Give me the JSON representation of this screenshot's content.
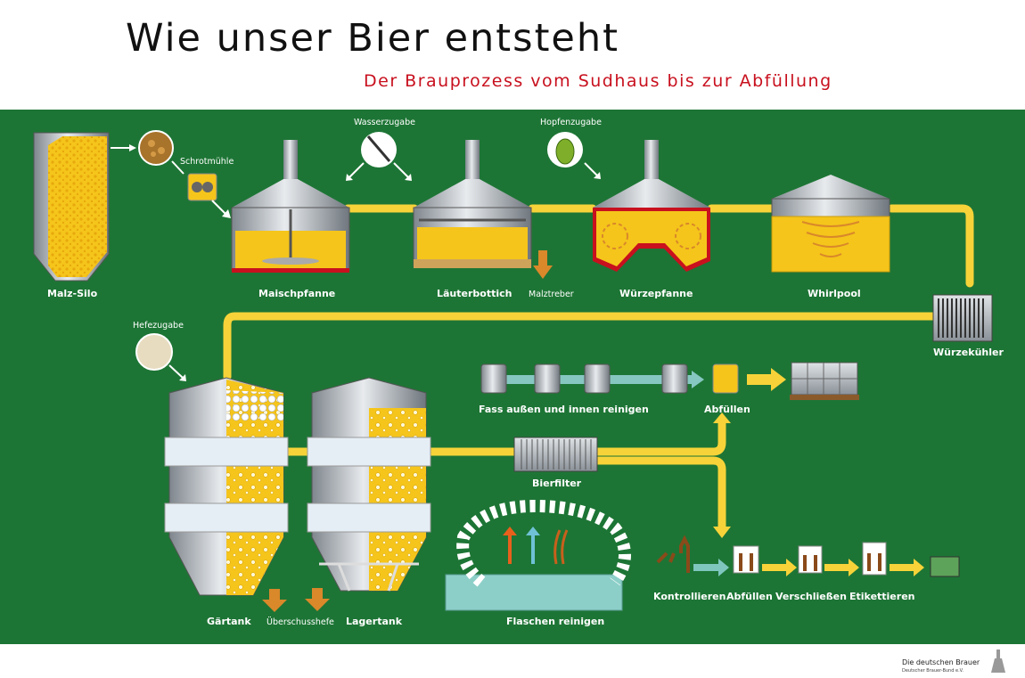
{
  "title": "Wie unser Bier entsteht",
  "subtitle": "Der Brauprozess vom Sudhaus bis zur Abfüllung",
  "colors": {
    "background": "#1d7535",
    "pipe": "#f7d339",
    "beer": "#f5c51b",
    "steel": "#b9bec4",
    "title": "#111111",
    "subtitle": "#c8101e",
    "foam": "#ffffff"
  },
  "stations": {
    "malz_silo": "Malz-Silo",
    "schrotmuehle": "Schrotmühle",
    "maischpfanne": "Maischpfanne",
    "wasserzugabe": "Wasserzugabe",
    "laeuterbottich": "Läuterbottich",
    "malztreber": "Malztreber",
    "hopfenzugabe": "Hopfenzugabe",
    "wuerzepfanne": "Würzepfanne",
    "whirlpool": "Whirlpool",
    "wuerzekuehler": "Würzekühler",
    "hefezugabe": "Hefezugabe",
    "gaertank": "Gärtank",
    "ueberschusshefe": "Überschusshefe",
    "lagertank": "Lagertank",
    "bierfilter": "Bierfilter",
    "fass_reinigen": "Fass außen und innen reinigen",
    "fass_abfuellen": "Abfüllen",
    "flaschen_reinigen": "Flaschen reinigen",
    "kontrollieren": "Kontrollieren",
    "flaschen_abfuellen": "Abfüllen",
    "verschliessen": "Verschließen",
    "etikettieren": "Etikettieren"
  },
  "footer": {
    "brand": "Die deutschen Brauer",
    "org": "Deutscher Brauer-Bund e.V."
  }
}
